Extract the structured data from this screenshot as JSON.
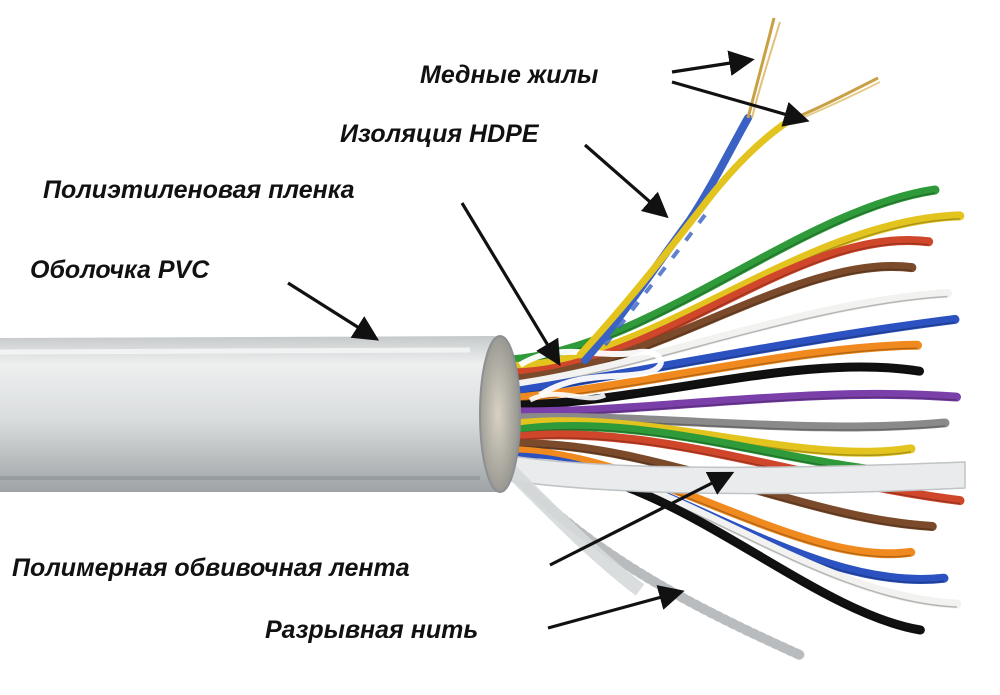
{
  "labels": {
    "copper_cores": "Медные жилы",
    "hdpe_insulation": "Изоляция HDPE",
    "polyethylene_film": "Полиэтиленовая пленка",
    "pvc_sheath": "Оболочка PVC",
    "polymer_wrap_tape": "Полимерная обвивочная лента",
    "rip_cord": "Разрывная нить"
  },
  "colors": {
    "text": "#111111",
    "arrow": "#111111",
    "sheath": "#d9dcdc",
    "sheath_shadow": "#a9aeb0",
    "sheath_highlight": "#f3f4f4",
    "copper": "#c8a046",
    "wire_blue": "#3a62c4",
    "wire_yellow": "#e3c41f"
  },
  "wire_colors": [
    "#2f9a3a",
    "#e3c41f",
    "#d0462a",
    "#7a4a2a",
    "#f2f2f0",
    "#2b52c0",
    "#f08a1e",
    "#111111",
    "#7a3fa8",
    "#8a8a8a",
    "#e3c41f",
    "#2f9a3a",
    "#d0462a",
    "#7a4a2a",
    "#f08a1e",
    "#2b52c0",
    "#f2f2f0",
    "#111111"
  ],
  "icons": {
    "arrow": "arrow-icon"
  }
}
